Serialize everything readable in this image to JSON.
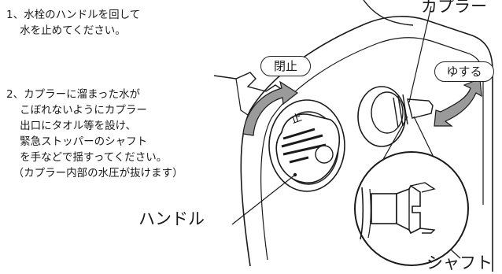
{
  "instructions": {
    "step1": "1、水栓のハンドルを回して\n    水を止めてください。",
    "step2": "2、カプラーに溜まった水が\n    こぼれないようにカプラー\n    出口にタオル等を設け、\n    緊急ストッパーのシャフト\n    を手などで揺すってください。\n  （カプラー内部の水圧が抜けます）"
  },
  "labels": {
    "coupler": "カプラー",
    "handle": "ハンドル",
    "shaft": "シャフト",
    "close_tag": "閉止",
    "shake_tag": "ゆする",
    "handle_mark": "止"
  },
  "colors": {
    "line": "#1a1a1a",
    "arrow_fill": "#9a9a9a"
  }
}
